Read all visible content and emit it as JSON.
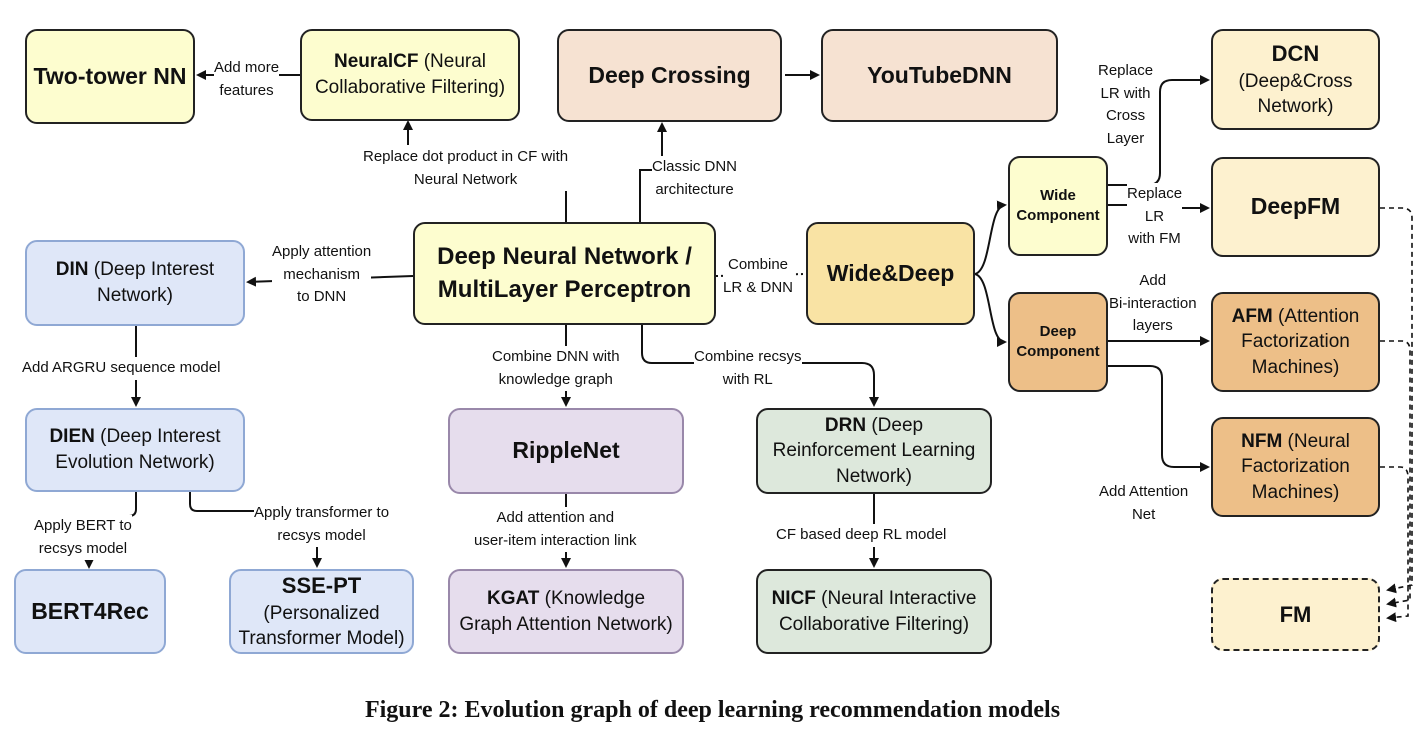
{
  "nodes": {
    "two_tower": {
      "title": "Two-tower NN"
    },
    "neuralcf": {
      "title": "NeuralCF",
      "sub1": " (Neural",
      "sub2": "Collaborative Filtering)"
    },
    "deep_crossing": {
      "title": "Deep Crossing"
    },
    "youtubednn": {
      "title": "YouTubeDNN"
    },
    "dcn": {
      "title": "DCN",
      "sub1": "(Deep&Cross",
      "sub2": "Network)"
    },
    "wide_component": {
      "line1": "Wide",
      "line2": "Component"
    },
    "deepfm": {
      "title": "DeepFM"
    },
    "din": {
      "title": "DIN",
      "sub1": " (Deep Interest",
      "sub2": "Network)"
    },
    "dnn": {
      "line1": "Deep Neural Network /",
      "line2": "MultiLayer Perceptron"
    },
    "wide_deep": {
      "title": "Wide&Deep"
    },
    "deep_component": {
      "line1": "Deep",
      "line2": "Component"
    },
    "afm": {
      "title": "AFM",
      "sub1": " (Attention",
      "sub2": "Factorization",
      "sub3": "Machines)"
    },
    "dien": {
      "title": "DIEN",
      "sub1": " (Deep Interest",
      "sub2": "Evolution Network)"
    },
    "ripplenet": {
      "title": "RippleNet"
    },
    "drn": {
      "title": "DRN",
      "sub1": " (Deep",
      "sub2": "Reinforcement Learning",
      "sub3": "Network)"
    },
    "nfm": {
      "title": "NFM",
      "sub1": " (Neural",
      "sub2": "Factorization",
      "sub3": "Machines)"
    },
    "bert4rec": {
      "title": "BERT4Rec"
    },
    "sse_pt": {
      "title": "SSE-PT",
      "sub1": "(Personalized",
      "sub2": "Transformer Model)"
    },
    "kgat": {
      "title": "KGAT",
      "sub1": " (Knowledge",
      "sub2": "Graph Attention Network)"
    },
    "nicf": {
      "title": "NICF",
      "sub1": " (Neural Interactive",
      "sub2": "Collaborative Filtering)"
    },
    "fm": {
      "title": "FM"
    }
  },
  "edge_labels": {
    "add_more_features": {
      "l1": "Add more",
      "l2": "features"
    },
    "replace_dot_product": {
      "l1": "Replace dot product in CF with",
      "l2": "Neural Network"
    },
    "classic_dnn": {
      "l1": "Classic DNN",
      "l2": "architecture"
    },
    "replace_lr_cross": {
      "l1": "Replace",
      "l2": "LR with",
      "l3": "Cross",
      "l4": "Layer"
    },
    "replace_lr_fm": {
      "l1": "Replace",
      "l2": "LR",
      "l3": "with FM"
    },
    "apply_attention": {
      "l1": "Apply attention",
      "l2": "mechanism",
      "l3": "to DNN"
    },
    "combine_lr_dnn": {
      "l1": "Combine",
      "l2": "LR & DNN"
    },
    "add_biinteraction": {
      "l1": "Add",
      "l2": "Bi-interaction",
      "l3": "layers"
    },
    "add_argru": {
      "l1": "Add ARGRU sequence model"
    },
    "combine_kg": {
      "l1": "Combine DNN with",
      "l2": "knowledge graph"
    },
    "combine_rl": {
      "l1": "Combine recsys",
      "l2": "with RL"
    },
    "add_attention_net": {
      "l1": "Add Attention",
      "l2": "Net"
    },
    "apply_bert": {
      "l1": "Apply BERT to",
      "l2": "recsys model"
    },
    "apply_transformer": {
      "l1": "Apply transformer to",
      "l2": "recsys model"
    },
    "add_attention_link": {
      "l1": "Add attention and",
      "l2": "user-item interaction link"
    },
    "cf_deep_rl": {
      "l1": "CF based deep RL model"
    }
  },
  "caption": "Figure 2: Evolution graph of deep learning recommendation models"
}
